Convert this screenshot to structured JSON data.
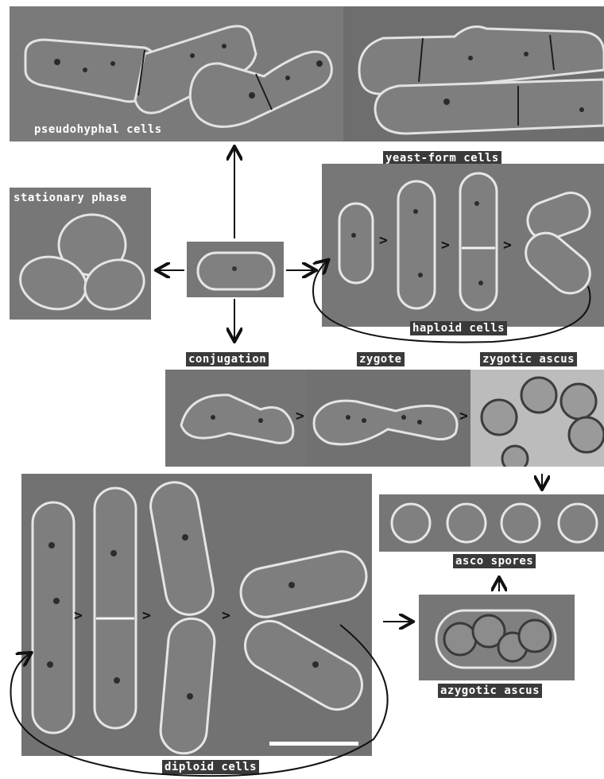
{
  "labels": {
    "pseudohyphal": "pseudohyphal cells",
    "yeast_form": "yeast-form cells",
    "stationary": "stationary phase",
    "haploid": "haploid cells",
    "conjugation": "conjugation",
    "zygote": "zygote",
    "zygotic_ascus": "zygotic ascus",
    "asco_spores": "asco spores",
    "azygotic_ascus": "azygotic ascus",
    "diploid": "diploid cells"
  },
  "sequence_symbol": ">",
  "colors": {
    "background": "#ffffff",
    "panel_gray": "#747474",
    "cell_fill": "#7c7c7c",
    "cell_highlight": "#e6e6e6",
    "cell_shadow": "#2a2a2a",
    "arrow": "#111111",
    "scale_bar": "#ffffff",
    "label_bg": "#3a3a3a",
    "label_text": "#ffffff"
  }
}
